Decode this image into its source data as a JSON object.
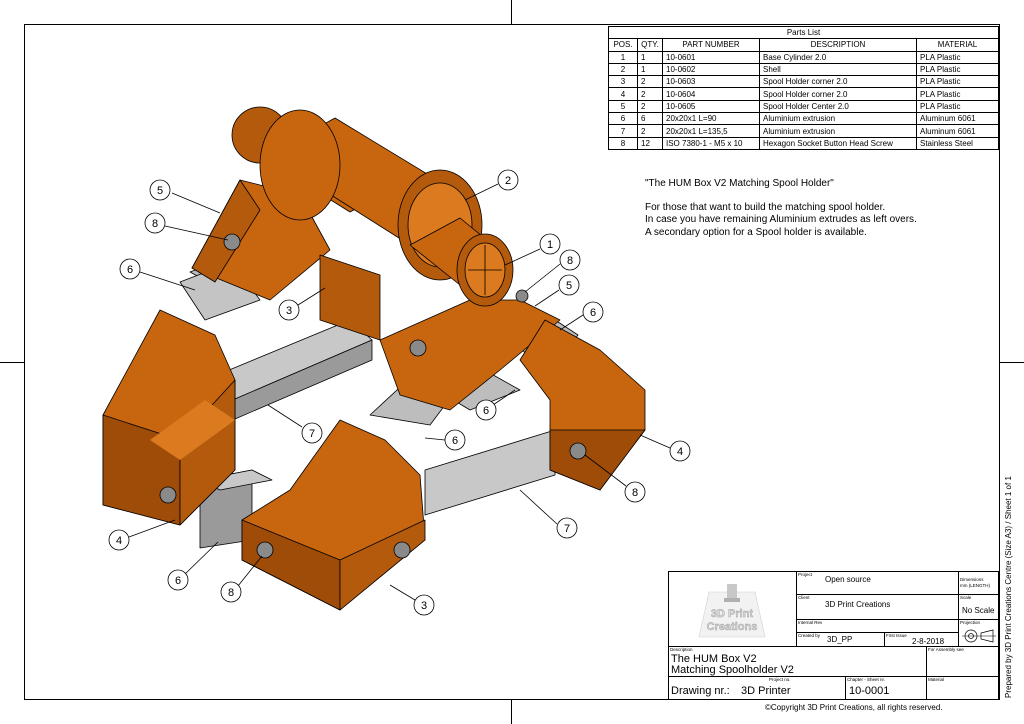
{
  "parts_list": {
    "title": "Parts List",
    "headers": [
      "POS.",
      "QTY.",
      "PART NUMBER",
      "DESCRIPTION",
      "MATERIAL"
    ],
    "rows": [
      [
        "1",
        "1",
        "10-0601",
        "Base Cylinder 2.0",
        "PLA Plastic"
      ],
      [
        "2",
        "1",
        "10-0602",
        "Shell",
        "PLA Plastic"
      ],
      [
        "3",
        "2",
        "10-0603",
        "Spool Holder corner 2.0",
        "PLA Plastic"
      ],
      [
        "4",
        "2",
        "10-0604",
        "Spool Holder corner 2.0",
        "PLA Plastic"
      ],
      [
        "5",
        "2",
        "10-0605",
        "Spool Holder Center 2.0",
        "PLA Plastic"
      ],
      [
        "6",
        "6",
        "20x20x1 L=90",
        "Aluminium extrusion",
        "Aluminum 6061"
      ],
      [
        "7",
        "2",
        "20x20x1 L=135,5",
        "Aluminium extrusion",
        "Aluminum 6061"
      ],
      [
        "8",
        "12",
        "ISO 7380-1 - M5 x 10",
        "Hexagon Socket Button Head Screw",
        "Stainless Steel"
      ]
    ]
  },
  "note": {
    "heading": "\"The HUM Box V2 Matching Spool Holder\"",
    "lines": [
      "For those that want to build the matching spool holder.",
      "In case you have remaining Aluminium extrudes as left overs.",
      "A secondary option for a Spool holder is available."
    ]
  },
  "balloons": [
    "5",
    "8",
    "6",
    "3",
    "7",
    "4",
    "6",
    "8",
    "2",
    "1",
    "8",
    "5",
    "6",
    "6",
    "6",
    "4",
    "8",
    "7",
    "3"
  ],
  "title_block": {
    "logo_text_line1": "3D Print",
    "logo_text_line2": "Creations",
    "project_label": "Project",
    "project_value": "Open source",
    "client_label": "Client",
    "client_value": "3D Print Creations",
    "internal_rev_label": "Internal Rev",
    "created_by_label": "Created by",
    "created_by_value": "3D_PP",
    "first_issue_label": "First Issue",
    "first_issue_value": "2-8-2018",
    "dimensions_label": "Dimensions",
    "dimensions_value": "mm (LENGTH)",
    "scale_label": "Scale",
    "scale_value": "No Scale",
    "projection_label": "Projection",
    "description_label": "Description",
    "description_line1": "The HUM Box V2",
    "description_line2": "Matching Spoolholder V2",
    "for_assembly_label": "For Assembly see",
    "project_no_label": "Project no.",
    "project_no_value": "3D Printer",
    "drawing_nr_label": "Drawing nr.:",
    "chapter_label": "Chapter - Sheet nr.",
    "chapter_value": "10-0001",
    "material_label": "Material"
  },
  "copyright": "©Copyright 3D Print Creations, all rights reserved.",
  "side_note": "Prepared by 3D Print Creations Centre (Size A3) / Sheet 1 of 1",
  "colors": {
    "part_orange": "#C8650F",
    "part_orange_dark": "#9E4C08",
    "part_orange_light": "#DB7A1E",
    "aluminium": "#BDBDBD",
    "aluminium_dark": "#8F8F8F"
  }
}
